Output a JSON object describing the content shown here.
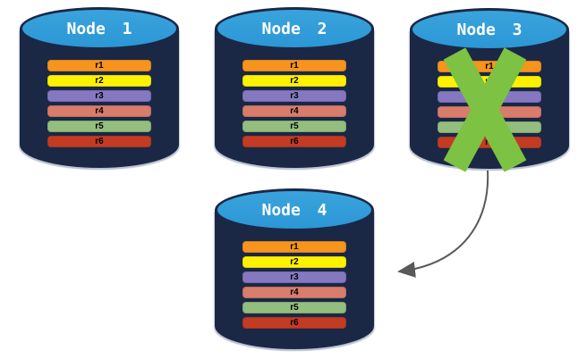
{
  "diagram": {
    "description": "Database replication across four nodes; Node 3 has failed and its data is replicated to Node 4",
    "palette": {
      "background": "#FFFFFF",
      "cylinder_body": "#1A2846",
      "cylinder_top": "#2E9BD8",
      "edge_highlight": "#B8BFD1",
      "title_text": "#FFFFFF",
      "row_text": "#000000",
      "failure_x": "#7DC242",
      "arrow": "#595959"
    },
    "icons": {
      "failure_x": "failure-cross-x-icon",
      "arrow": "curved-replication-arrow"
    },
    "nodes": [
      {
        "label": "Node 1",
        "failed": false,
        "rows": [
          {
            "label": "r1",
            "color": "#F7941D"
          },
          {
            "label": "r2",
            "color": "#FFF200"
          },
          {
            "label": "r3",
            "color": "#8678C0"
          },
          {
            "label": "r4",
            "color": "#D87C6B"
          },
          {
            "label": "r5",
            "color": "#93BE7E"
          },
          {
            "label": "r6",
            "color": "#C23B22"
          }
        ]
      },
      {
        "label": "Node 2",
        "failed": false,
        "rows": [
          {
            "label": "r1",
            "color": "#F7941D"
          },
          {
            "label": "r2",
            "color": "#FFF200"
          },
          {
            "label": "r3",
            "color": "#8678C0"
          },
          {
            "label": "r4",
            "color": "#D87C6B"
          },
          {
            "label": "r5",
            "color": "#93BE7E"
          },
          {
            "label": "r6",
            "color": "#C23B22"
          }
        ]
      },
      {
        "label": "Node 3",
        "failed": true,
        "rows": [
          {
            "label": "r1",
            "color": "#F7941D"
          },
          {
            "label": "r2",
            "color": "#FFF200"
          },
          {
            "label": "r3",
            "color": "#8678C0"
          },
          {
            "label": "r4",
            "color": "#D87C6B"
          },
          {
            "label": "r5",
            "color": "#93BE7E"
          },
          {
            "label": "r6",
            "color": "#C23B22"
          }
        ]
      },
      {
        "label": "Node 4",
        "failed": false,
        "rows": [
          {
            "label": "r1",
            "color": "#F7941D"
          },
          {
            "label": "r2",
            "color": "#FFF200"
          },
          {
            "label": "r3",
            "color": "#8678C0"
          },
          {
            "label": "r4",
            "color": "#D87C6B"
          },
          {
            "label": "r5",
            "color": "#93BE7E"
          },
          {
            "label": "r6",
            "color": "#C23B22"
          }
        ]
      }
    ],
    "arrow": {
      "from": "Node 3",
      "to": "Node 4"
    }
  }
}
